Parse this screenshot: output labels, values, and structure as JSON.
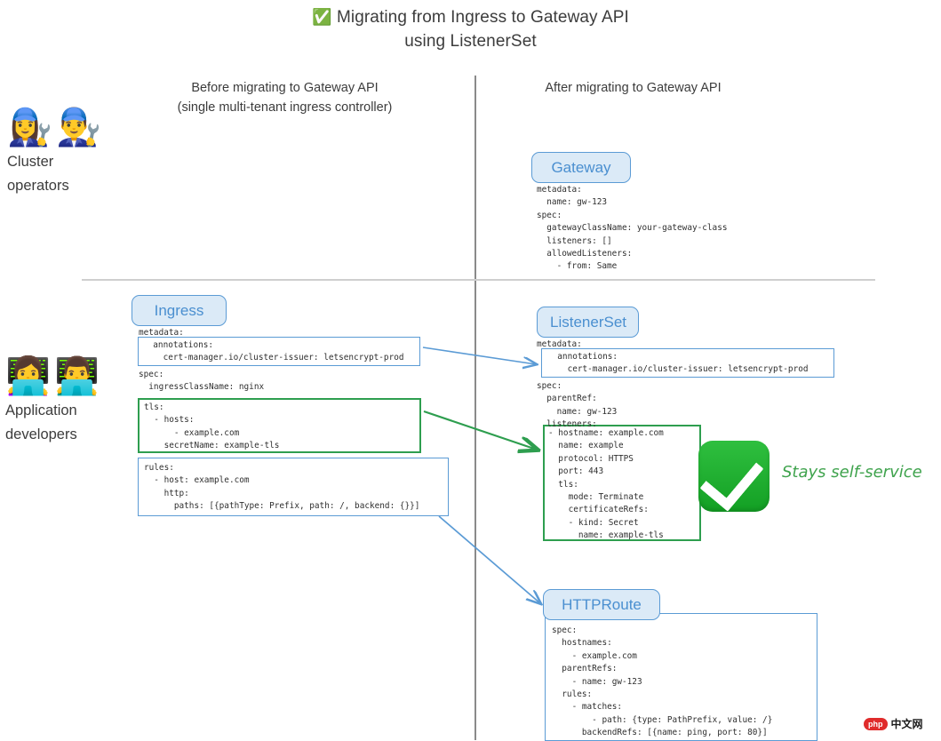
{
  "title": {
    "emoji": "✅",
    "line1": "Migrating from Ingress to Gateway API",
    "line2": "using ListenerSet"
  },
  "columns": {
    "before_line1": "Before migrating to Gateway API",
    "before_line2": "(single multi-tenant ingress controller)",
    "after_line1": "After migrating to Gateway API"
  },
  "personas": {
    "cluster_operators": {
      "emoji": "👩‍🔧👨‍🔧",
      "label_line1": "Cluster",
      "label_line2": "operators"
    },
    "application_developers": {
      "emoji": "👩‍💻👨‍💻",
      "label_line1": "Application",
      "label_line2": "developers"
    }
  },
  "resources": {
    "gateway": {
      "pill_label": "Gateway",
      "yaml_head": "metadata:\n  name: gw-123\nspec:\n  gatewayClassName: your-gateway-class\n  listeners: []\n  allowedListeners:\n    - from: Same"
    },
    "ingress": {
      "pill_label": "Ingress",
      "yaml_metadata": "metadata:",
      "yaml_annotations": "  annotations:\n    cert-manager.io/cluster-issuer: letsencrypt-prod",
      "yaml_spec": "spec:\n  ingressClassName: nginx",
      "yaml_tls": "tls:\n  - hosts:\n      - example.com\n    secretName: example-tls",
      "yaml_rules": "rules:\n  - host: example.com\n    http:\n      paths: [{pathType: Prefix, path: /, backend: {}}]"
    },
    "listenerset": {
      "pill_label": "ListenerSet",
      "yaml_metadata": "metadata:",
      "yaml_annotations": "  annotations:\n    cert-manager.io/cluster-issuer: letsencrypt-prod",
      "yaml_spec": "spec:\n  parentRef:\n    name: gw-123\n  listeners:",
      "yaml_listeners": "- hostname: example.com\n  name: example\n  protocol: HTTPS\n  port: 443\n  tls:\n    mode: Terminate\n    certificateRefs:\n    - kind: Secret\n      name: example-tls"
    },
    "httproute": {
      "pill_label": "HTTPRoute",
      "yaml_body": "spec:\n  hostnames:\n    - example.com\n  parentRefs:\n    - name: gw-123\n  rules:\n    - matches:\n        - path: {type: PathPrefix, value: /}\n      backendRefs: [{name: ping, port: 80}]"
    }
  },
  "annotations": {
    "self_service_text": "Stays self-service",
    "check_badge": "green-check-badge"
  },
  "watermark": {
    "php": "php",
    "cn": "中文网"
  },
  "colors": {
    "accent_blue": "#5b9bd5",
    "pill_fill": "#dbeaf7",
    "pill_text": "#4a8fd0",
    "accent_green": "#2e9e4f",
    "handwrite_green": "#3fa34d",
    "divider_gray": "#8a8a8a",
    "text": "#3c3c3c"
  }
}
